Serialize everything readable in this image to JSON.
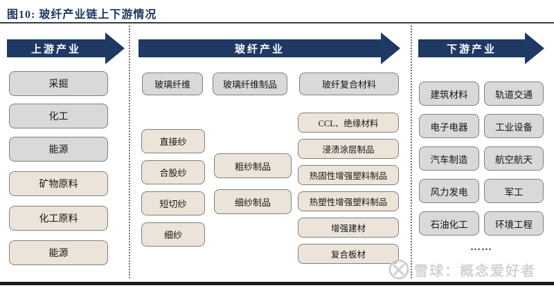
{
  "title": "图10:  玻纤产业链上下游情况",
  "upstream": {
    "arrow_label": "上游产业",
    "boxes": [
      "采掘",
      "化工",
      "能源",
      "矿物原料",
      "化工原料",
      "能源"
    ]
  },
  "midstream": {
    "arrow_label": "玻纤产业",
    "top_row": [
      "玻璃纤维",
      "玻璃纤维制品",
      "玻纤复合材料"
    ],
    "yarns": [
      "直接纱",
      "合股纱",
      "短切纱",
      "细纱"
    ],
    "yarn_products": [
      "粗纱制品",
      "细纱制品"
    ],
    "composites": [
      "CCL、绝缘材料",
      "浸渍涂层制品",
      "热固性增强塑料制品",
      "热塑性增强塑料制品",
      "增强建材",
      "复合板材"
    ]
  },
  "downstream": {
    "arrow_label": "下游产业",
    "boxes": [
      "建筑材料",
      "轨道交通",
      "电子电器",
      "工业设备",
      "汽车制造",
      "航空航天",
      "风力发电",
      "军工",
      "石油化工",
      "环境工程"
    ],
    "ellipsis": "……"
  },
  "watermark": {
    "text": "雪球：概念爱好者",
    "logo": "xueqiu-logo"
  },
  "colors": {
    "arrow_navy": "#1f3864",
    "title_navy": "#17365d",
    "box_gray": "#d9d9d9",
    "box_beige": "#ede4d9",
    "box_border": "#7e7e7e"
  }
}
